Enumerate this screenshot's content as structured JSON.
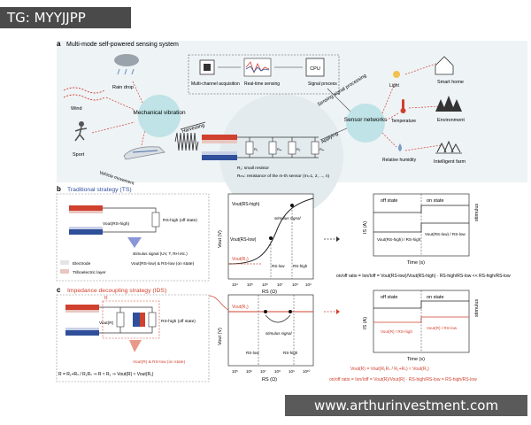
{
  "watermark_tag": "TG: MYYJJPP",
  "watermark_site": "www.arthurinvestment.com",
  "panel_a": {
    "letter": "a",
    "title": "Multi-mode self-powered sensing system",
    "sources": [
      "Rain drop",
      "Wind",
      "Sport",
      "Vehicle movement"
    ],
    "mech": "Mechanical vibration",
    "harvesting": "Harvesting",
    "chain": [
      "Multi-channel acquisition",
      "Real-time sensing",
      "Signal process"
    ],
    "chip": "CPU",
    "sensing_signal": "Sensing signal processing",
    "applying": "Applying",
    "sensor_net": "Sensor networks",
    "inputs": [
      "Light",
      "Temperature",
      "Relative humidity"
    ],
    "outputs": [
      "Smart home",
      "Environment",
      "Intelligent farm"
    ],
    "r1_note": "R₁: small resistor",
    "rm_note": "Rₘₛ: resistance of the m-th sensor (m=1, 2, ..., n)",
    "res_labels": [
      "R₁",
      "Rₘ",
      "R₂",
      "Rₘ"
    ]
  },
  "panel_b": {
    "letter": "b",
    "title": "Traditional strategy (TS)",
    "rs_high": "RS-high (off state)",
    "vout_high": "Vout(RS-high)",
    "stimulus": "stimulus signal (UV, T, RH etc.)",
    "electrode": "Electrode",
    "tribo": "Triboelectric layer",
    "legend_right": "Vout(RS-low) & RS-low (on state)",
    "graph": {
      "vhigh": "Vout(RS-high)",
      "vlow": "Vout(RS-low)",
      "vr1": "Vout(R₁)",
      "stim": "stimulus signal",
      "ylabel": "Vout (V)",
      "xlabel": "RS (Ω)",
      "rlow": "RS-low",
      "rhigh": "RS-high",
      "ticks": [
        "10⁴",
        "10⁵",
        "10⁶",
        "10⁷",
        "10⁸",
        "10⁹"
      ]
    },
    "stim_graph": {
      "off": "off state",
      "on": "on state",
      "ylabel": "stimulus",
      "yaxis": "IS (A)",
      "f1": "Vout(RS-high) / RS-high",
      "f2": "Vout(RS-low) / RS-low",
      "xlabel": "Time (s)"
    },
    "ratio": "on/off ratio = Ion/Ioff = Vout(RS-low)/Vout(RS-high) · RS-high/RS-low << RS-high/RS-low"
  },
  "panel_c": {
    "letter": "c",
    "title": "Impedance decoupling strategy (IDS)",
    "r_label": "R",
    "rs_high": "RS-high (off state)",
    "vout_r": "Vout(R)",
    "legend_right": "Vout(R) & RS-low (on state)",
    "eq1": "R = R₁+Rₛ / R₁Rₛ  ⇒ R ≈ R₁ ⇒ Vout(R) ≈ Vout(R₁)",
    "graph": {
      "vr1": "Vout(R₁)",
      "stim": "stimulus signal",
      "ylabel": "Vout (V)",
      "xlabel": "RS (Ω)",
      "rlow": "RS-low",
      "rhigh": "RS-high",
      "ticks": [
        "10⁵",
        "10⁶",
        "10⁷",
        "10⁸",
        "10⁹",
        "10¹⁰"
      ]
    },
    "stim_graph": {
      "off": "off state",
      "on": "on state",
      "ylabel": "stimulus",
      "yaxis": "IS (A)",
      "f1": "Vout(R) / RS-high",
      "f2": "Vout(R) / RS-low",
      "xlabel": "Time (s)"
    },
    "eq2": "Vout(R) = Vout(R₁Rₛ / R₁+Rₛ) ≈ Vout(R₁)",
    "ratio": "on/off ratio = Ion/Ioff = Vout(R)/Vout(R) · RS-high/RS-low = RS-high/RS-low"
  },
  "colors": {
    "accent_red": "#d0402e",
    "blue": "#2f4f9a",
    "panel_bg": "#eef3f6",
    "teal": "#bfe3e6"
  }
}
